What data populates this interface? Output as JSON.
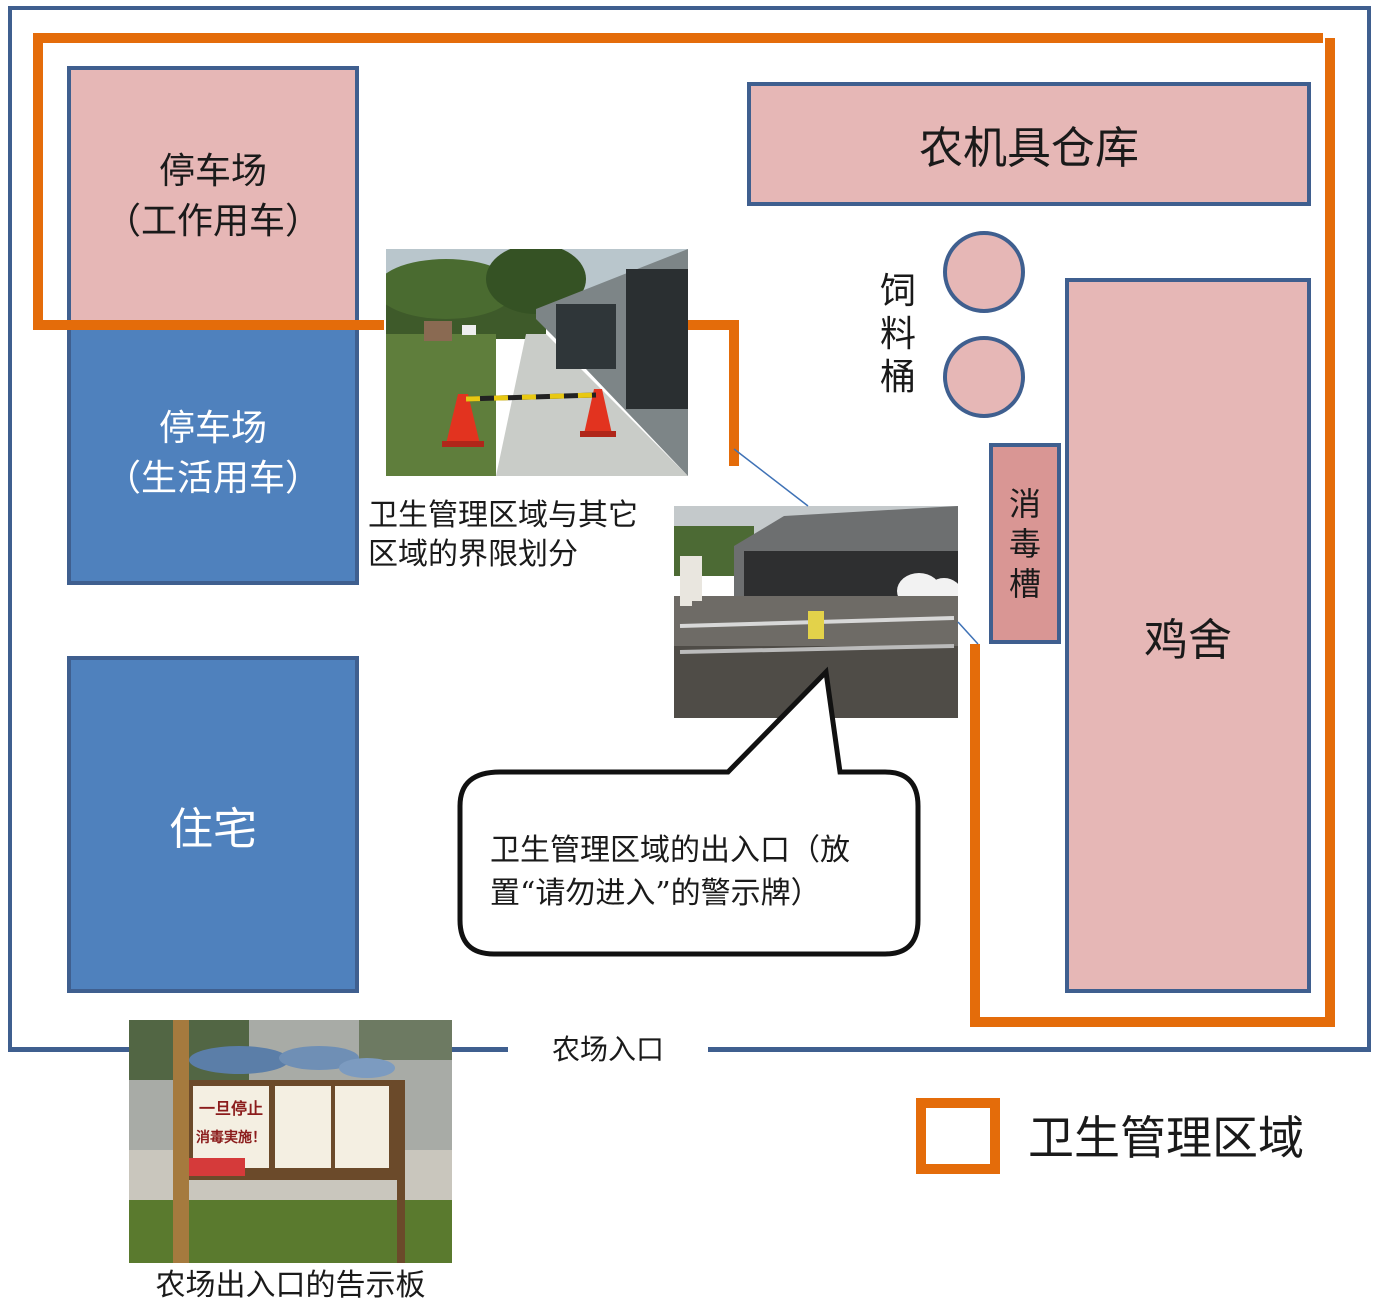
{
  "map": {
    "parking_work": "停车场\n（工作用车）",
    "parking_life": "停车场\n（生活用车）",
    "residence": "住宅",
    "warehouse": "农机具仓库",
    "feed_bucket": "饲\n料\n桶",
    "disinfection_tank": "消\n毒\n槽",
    "henhouse": "鸡舍",
    "farm_entrance": "农场入口"
  },
  "captions": {
    "boundary_photo": "卫生管理区域与其它\n区域的界限划分",
    "entrance_callout": "卫生管理区域的出入口（放置“请勿进入”的警示牌）",
    "sign_photo": "农场出入口的告示板"
  },
  "sign_board": {
    "left_line1": "一旦停止",
    "left_line2": "消毒実施！"
  },
  "legend": {
    "label": "卫生管理区域"
  },
  "colors": {
    "sanitary_zone": "#e46c0a",
    "outline": "#3f5f8f",
    "pink_building": "#e6b7b6",
    "blue_building": "#4f81bd"
  }
}
